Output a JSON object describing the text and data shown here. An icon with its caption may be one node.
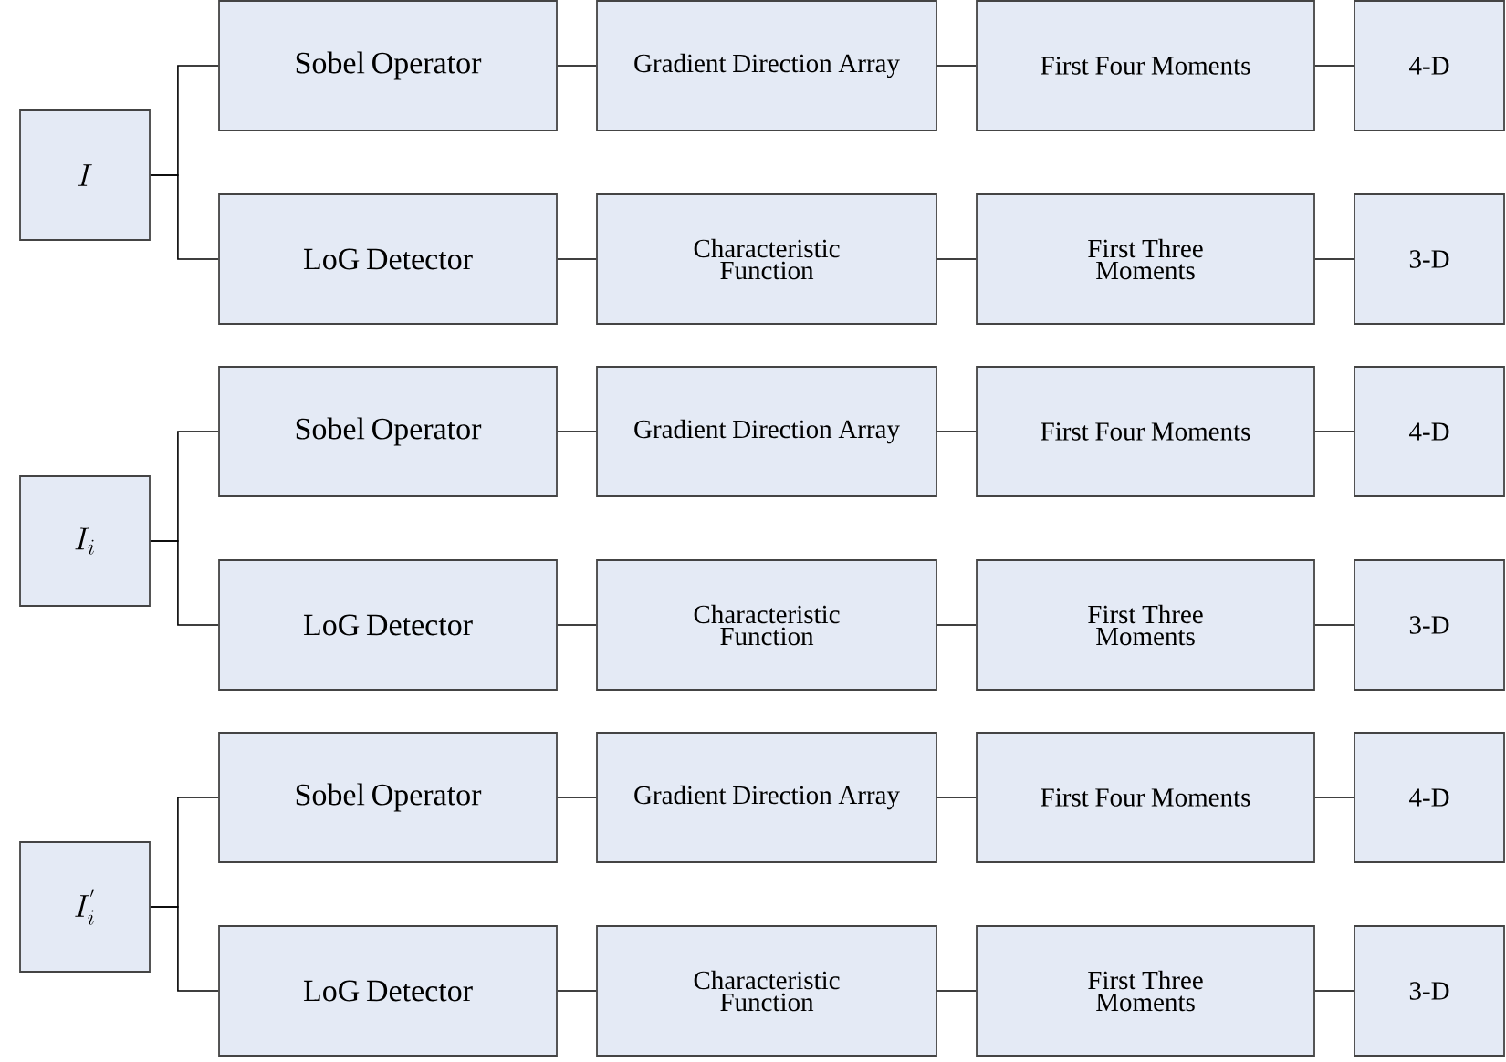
{
  "diagram": {
    "nodes": [
      {
        "text": [
          "I"
        ]
      },
      {
        "text": [
          "Sobel Operator"
        ]
      },
      {
        "text": [
          "Gradient Direction Array"
        ]
      },
      {
        "text": [
          "First Four Moments"
        ]
      },
      {
        "text": [
          "4-D"
        ]
      },
      {
        "text": [
          "LoG Detector"
        ]
      },
      {
        "text": [
          "Characteristic Function"
        ]
      },
      {
        "text": [
          "First Three Moments"
        ]
      },
      {
        "text": [
          "3-D"
        ]
      },
      {
        "text": [
          "I_{i}"
        ]
      },
      {
        "text": [
          "Sobel Operator"
        ]
      },
      {
        "text": [
          "Gradient Direction Array"
        ]
      },
      {
        "text": [
          "First Four Moments"
        ]
      },
      {
        "text": [
          "4-D"
        ]
      },
      {
        "text": [
          "LoG Detector"
        ]
      },
      {
        "text": [
          "Characteristic Function"
        ]
      },
      {
        "text": [
          "First Three Moments"
        ]
      },
      {
        "text": [
          "3-D"
        ]
      },
      {
        "text": [
          "I_{i}^{'}"
        ]
      },
      {
        "text": [
          "Sobel Operator"
        ]
      },
      {
        "text": [
          "Gradient Direction Array"
        ]
      },
      {
        "text": [
          "First Four Moments"
        ]
      },
      {
        "text": [
          "4-D"
        ]
      },
      {
        "text": [
          "LoG Detector"
        ]
      },
      {
        "text": [
          "Characteristic Function"
        ]
      },
      {
        "text": [
          "First Three Moments"
        ]
      },
      {
        "text": [
          "3-D"
        ]
      }
    ],
    "edges": [
      {
        "from": 0,
        "to": 1,
        "arrow": "none"
      },
      {
        "from": 0,
        "to": 5,
        "arrow": "none"
      },
      {
        "from": 1,
        "to": 2,
        "arrow": "none"
      },
      {
        "from": 2,
        "to": 3,
        "arrow": "none"
      },
      {
        "from": 3,
        "to": 4,
        "arrow": "none"
      },
      {
        "from": 5,
        "to": 6,
        "arrow": "none"
      },
      {
        "from": 6,
        "to": 7,
        "arrow": "none"
      },
      {
        "from": 7,
        "to": 8,
        "arrow": "none"
      },
      {
        "from": 9,
        "to": 10,
        "arrow": "none"
      },
      {
        "from": 9,
        "to": 14,
        "arrow": "none"
      },
      {
        "from": 10,
        "to": 11,
        "arrow": "none"
      },
      {
        "from": 11,
        "to": 12,
        "arrow": "none"
      },
      {
        "from": 12,
        "to": 13,
        "arrow": "none"
      },
      {
        "from": 14,
        "to": 15,
        "arrow": "none"
      },
      {
        "from": 15,
        "to": 16,
        "arrow": "none"
      },
      {
        "from": 16,
        "to": 17,
        "arrow": "none"
      },
      {
        "from": 18,
        "to": 19,
        "arrow": "none"
      },
      {
        "from": 18,
        "to": 23,
        "arrow": "none"
      },
      {
        "from": 19,
        "to": 20,
        "arrow": "none"
      },
      {
        "from": 20,
        "to": 21,
        "arrow": "none"
      },
      {
        "from": 21,
        "to": 22,
        "arrow": "none"
      },
      {
        "from": 23,
        "to": 24,
        "arrow": "none"
      },
      {
        "from": 24,
        "to": 25,
        "arrow": "none"
      },
      {
        "from": 25,
        "to": 26,
        "arrow": "none"
      }
    ]
  }
}
